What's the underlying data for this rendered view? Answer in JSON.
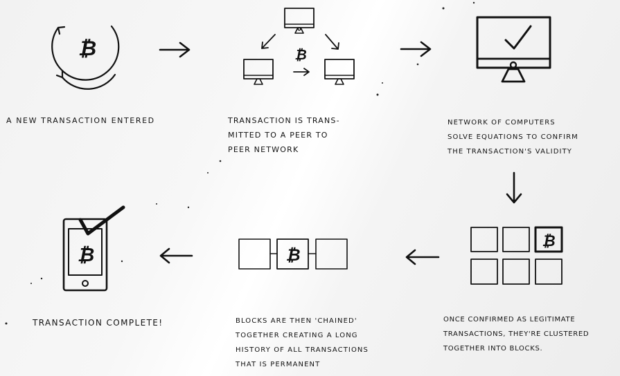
{
  "bitcoin_symbol": "₿",
  "captions": {
    "step1": [
      "A new transaction entered"
    ],
    "step2": [
      "Transaction is trans-",
      "mitted to a peer to",
      "peer network"
    ],
    "step3": [
      "Network of computers",
      "solve equations to confirm",
      "the transaction's validity"
    ],
    "step4": [
      "Once confirmed as legitimate",
      "transactions, they're clustered",
      "together into blocks."
    ],
    "step5": [
      "Blocks are then 'chained'",
      "together creating a long",
      "history of all transactions",
      "that is permanent"
    ],
    "step6": [
      "Transaction complete!"
    ]
  },
  "colors": {
    "ink": "#111111",
    "background": "#f4f4f4"
  }
}
